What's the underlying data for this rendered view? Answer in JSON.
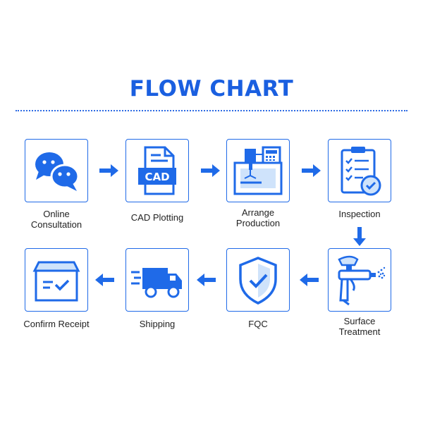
{
  "header": {
    "title": "FLOW CHART"
  },
  "steps": [
    {
      "label": "Online\nConsultation",
      "icon": "chat-bubbles-icon"
    },
    {
      "label": "CAD Plotting",
      "icon": "cad-file-icon",
      "icon_text": "CAD"
    },
    {
      "label": "Arrange\nProduction",
      "icon": "cnc-machine-icon"
    },
    {
      "label": "Inspection",
      "icon": "checklist-clipboard-icon"
    },
    {
      "label": "Surface\nTreatment",
      "icon": "spray-gun-icon"
    },
    {
      "label": "FQC",
      "icon": "shield-check-icon"
    },
    {
      "label": "Shipping",
      "icon": "delivery-truck-icon"
    },
    {
      "label": "Confirm Receipt",
      "icon": "package-check-icon"
    }
  ],
  "colors": {
    "accent": "#1f6ae8",
    "light": "#cfe3fb"
  }
}
